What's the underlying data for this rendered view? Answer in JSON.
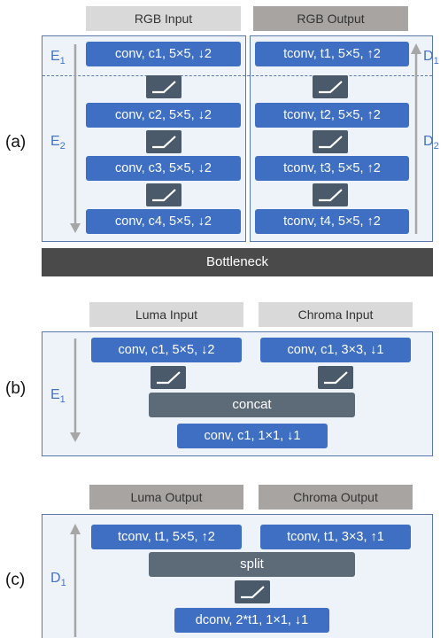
{
  "a": {
    "label": "(a)",
    "header_left": "RGB Input",
    "header_right": "RGB Output",
    "encoder_tag1": "E",
    "encoder_tag1_sub": "1",
    "encoder_tag2": "E",
    "encoder_tag2_sub": "2",
    "decoder_tag1": "D",
    "decoder_tag1_sub": "1",
    "decoder_tag2": "D",
    "decoder_tag2_sub": "2",
    "enc_blocks": [
      "conv, c1, 5×5, ↓2",
      "conv, c2, 5×5, ↓2",
      "conv, c3, 5×5, ↓2",
      "conv, c4, 5×5, ↓2"
    ],
    "dec_blocks": [
      "tconv, t1, 5×5, ↑2",
      "tconv, t2, 5×5, ↑2",
      "tconv, t3, 5×5, ↑2",
      "tconv, t4, 5×5, ↑2"
    ],
    "bottleneck": "Bottleneck"
  },
  "b": {
    "label": "(b)",
    "header_left": "Luma Input",
    "header_right": "Chroma Input",
    "tag": "E",
    "tag_sub": "1",
    "left_block": "conv, c1, 5×5, ↓2",
    "right_block": "conv, c1, 3×3, ↓1",
    "concat": "concat",
    "bottom_block": "conv, c1, 1×1, ↓1"
  },
  "c": {
    "label": "(c)",
    "header_left": "Luma Output",
    "header_right": "Chroma Output",
    "tag": "D",
    "tag_sub": "1",
    "left_block": "tconv, t1, 5×5, ↑2",
    "right_block": "tconv, t1, 3×3, ↑1",
    "split": "split",
    "bottom_block": "dconv, 2*t1, 1×1, ↓1"
  },
  "colors": {
    "conv_block": "#3f6fc2",
    "panel_bg": "#eef3f9",
    "panel_border": "#5b79a8",
    "op_block": "#5d6b79",
    "bottleneck": "#4a4a4a"
  },
  "icons": [
    "relu-icon",
    "down-arrow-icon",
    "up-arrow-icon"
  ]
}
